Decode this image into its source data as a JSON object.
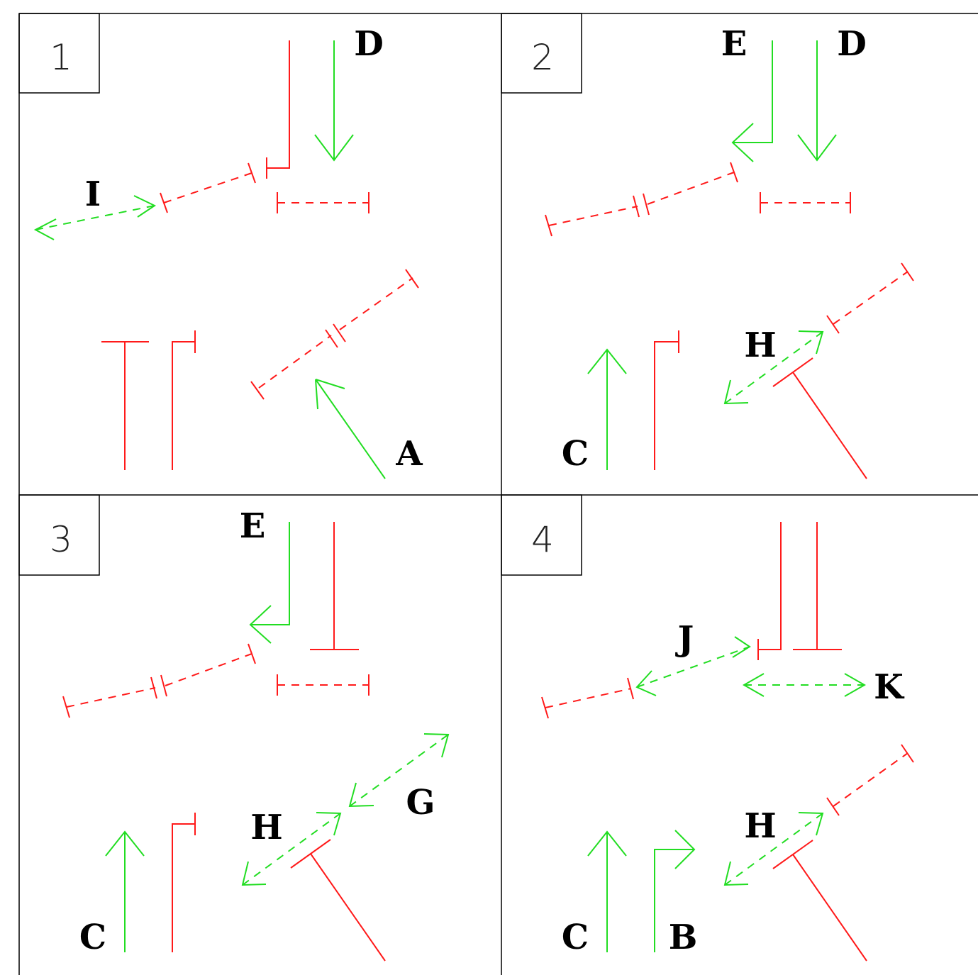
{
  "panels": [
    {
      "number": "1",
      "labels": [
        "D",
        "I",
        "A"
      ]
    },
    {
      "number": "2",
      "labels": [
        "E",
        "D",
        "H",
        "C"
      ]
    },
    {
      "number": "3",
      "labels": [
        "E",
        "H",
        "G",
        "C"
      ]
    },
    {
      "number": "4",
      "labels": [
        "J",
        "K",
        "H",
        "C",
        "B"
      ]
    }
  ],
  "colors": {
    "permitted": "#22dd22",
    "stopped": "#ff1a1a",
    "frame": "#000000"
  }
}
